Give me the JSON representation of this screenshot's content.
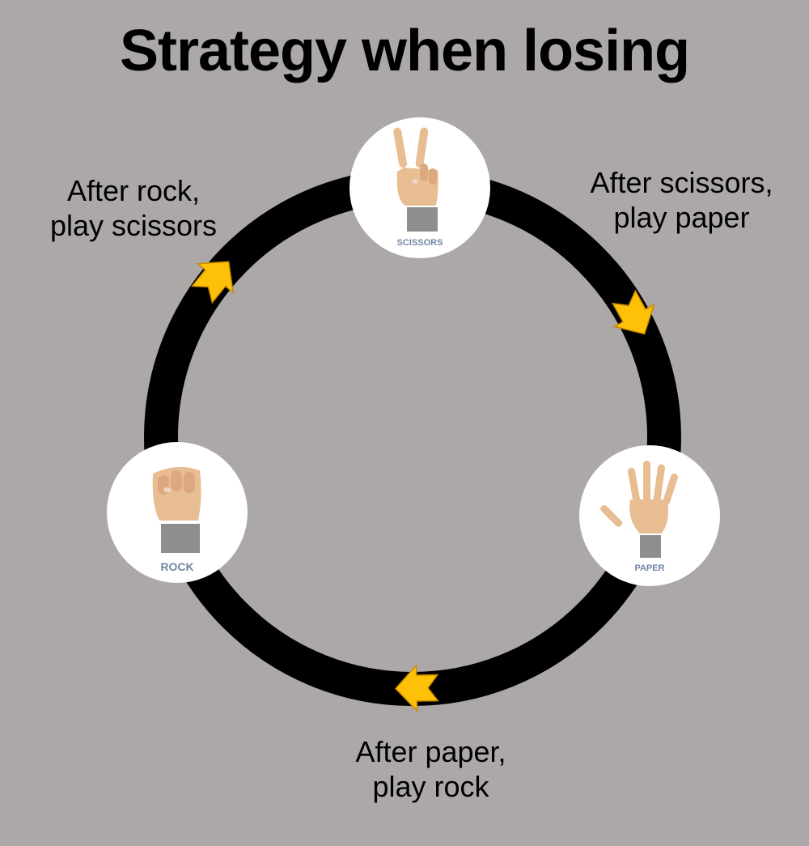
{
  "title": "Strategy when losing",
  "nodes": {
    "scissors": {
      "label": "SCISSORS",
      "icon": "peace-hand-icon"
    },
    "rock": {
      "label": "ROCK",
      "icon": "fist-icon"
    },
    "paper": {
      "label": "PAPER",
      "icon": "open-hand-icon"
    }
  },
  "transitions": {
    "rock": {
      "line1": "After rock,",
      "line2": "play scissors"
    },
    "scissors": {
      "line1": "After scissors,",
      "line2": "play paper"
    },
    "paper": {
      "line1": "After paper,",
      "line2": "play rock"
    }
  },
  "colors": {
    "background": "#aca8a8",
    "ring": "#000000",
    "arrow": "#ffc107",
    "label": "#7286a6",
    "skin": "#e8bd92",
    "sleeve": "#8e8e8e"
  }
}
